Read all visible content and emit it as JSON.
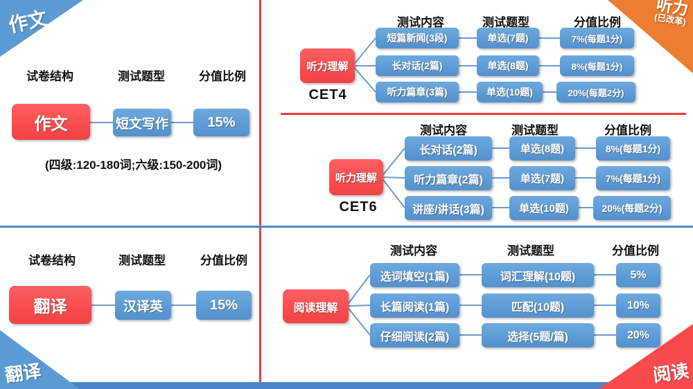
{
  "corners": {
    "top_left": "作文",
    "top_right": "听力",
    "top_right_sub": "(已改革)",
    "bottom_left": "翻译",
    "bottom_right": "阅读"
  },
  "writing": {
    "headers": {
      "col1": "试卷结构",
      "col2": "测试题型",
      "col3": "分值比例"
    },
    "root": "作文",
    "type": "短文写作",
    "score": "15%",
    "note": "(四级:120-180词;六级:150-200词)"
  },
  "translation": {
    "headers": {
      "col1": "试卷结构",
      "col2": "测试题型",
      "col3": "分值比例"
    },
    "root": "翻译",
    "type": "汉译英",
    "score": "15%"
  },
  "listening_cet4": {
    "headers": {
      "col1": "测试内容",
      "col2": "测试题型",
      "col3": "分值比例"
    },
    "root": "听力理解",
    "exam": "CET4",
    "rows": [
      {
        "content": "短篇新闻(3段)",
        "type": "单选(7题)",
        "score": "7%(每题1分)"
      },
      {
        "content": "长对话(2篇)",
        "type": "单选(8题)",
        "score": "8%(每题1分)"
      },
      {
        "content": "听力篇章(3篇)",
        "type": "单选(10题)",
        "score": "20%(每题2分)"
      }
    ]
  },
  "listening_cet6": {
    "headers": {
      "col1": "测试内容",
      "col2": "测试题型",
      "col3": "分值比例"
    },
    "root": "听力理解",
    "exam": "CET6",
    "rows": [
      {
        "content": "长对话(2篇)",
        "type": "单选(8题)",
        "score": "8%(每题1分)"
      },
      {
        "content": "听力篇章(2篇)",
        "type": "单选(7题)",
        "score": "7%(每题1分)"
      },
      {
        "content": "讲座/讲话(3篇)",
        "type": "单选(10题)",
        "score": "20%(每题2分)"
      }
    ]
  },
  "reading": {
    "headers": {
      "col1": "测试内容",
      "col2": "测试题型",
      "col3": "分值比例"
    },
    "root": "阅读理解",
    "rows": [
      {
        "content": "选词填空(1篇)",
        "type": "词汇理解(10题)",
        "score": "5%"
      },
      {
        "content": "长篇阅读(1篇)",
        "type": "匹配(10题)",
        "score": "10%"
      },
      {
        "content": "仔细阅读(2篇)",
        "type": "选择(5题/篇)",
        "score": "20%"
      }
    ]
  },
  "colors": {
    "blue": "#5B9BD5",
    "blue_light": "#6EA9DE",
    "red": "#F94B4D",
    "orange": "#ED7D31",
    "divider_red": "#F43B3B",
    "divider_blue": "#4A89D0",
    "bottom_bar": "#4A86C8",
    "connector": "#6C9BC9"
  }
}
